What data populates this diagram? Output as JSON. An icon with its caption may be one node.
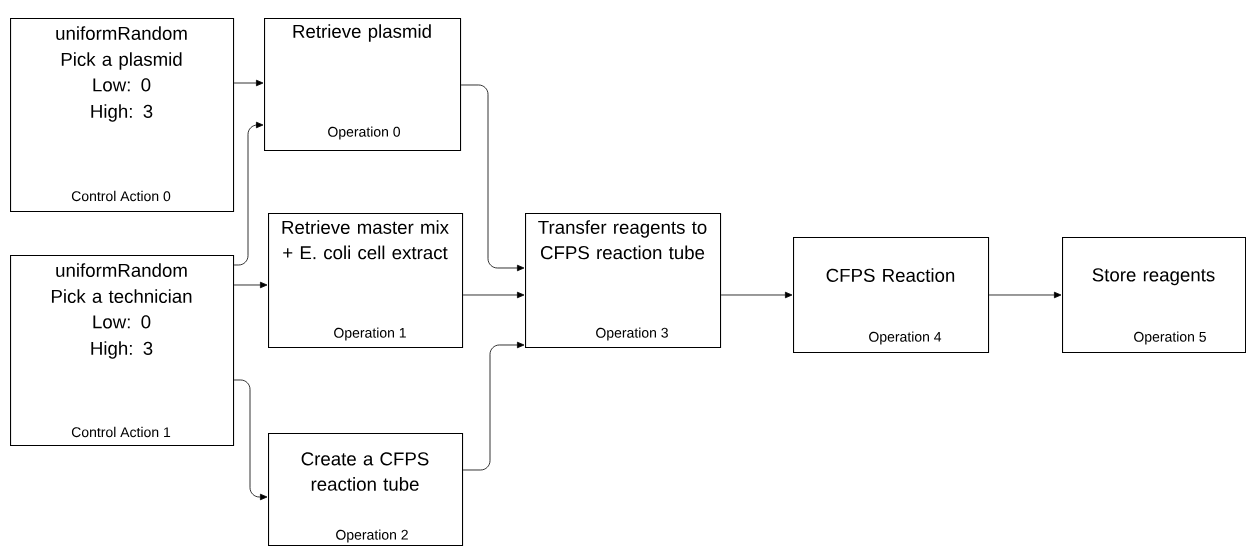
{
  "diagram": {
    "nodes": [
      {
        "text": [
          "uniformRandom",
          "Pick a plasmid",
          "Low: 0",
          "High: 3",
          "Control Action 0"
        ]
      },
      {
        "text": [
          "uniformRandom",
          "Pick a technician",
          "Low: 0",
          "High: 3",
          "Control Action 1"
        ]
      },
      {
        "text": [
          "Retrieve plasmid",
          "Operation 0"
        ]
      },
      {
        "text": [
          "Retrieve master mix + E. coli cell extract",
          "Operation 1"
        ]
      },
      {
        "text": [
          "Create a CFPS reaction tube",
          "Operation 2"
        ]
      },
      {
        "text": [
          "Transfer reagents to CFPS reaction tube",
          "Operation 3"
        ]
      },
      {
        "text": [
          "CFPS Reaction",
          "Operation 4"
        ]
      },
      {
        "text": [
          "Store reagents",
          "Operation 5"
        ]
      }
    ],
    "edges": [
      {
        "from": 0,
        "to": 2,
        "arrow": "to"
      },
      {
        "from": 1,
        "to": 2,
        "arrow": "to"
      },
      {
        "from": 1,
        "to": 3,
        "arrow": "to"
      },
      {
        "from": 1,
        "to": 4,
        "arrow": "to"
      },
      {
        "from": 2,
        "to": 5,
        "arrow": "to"
      },
      {
        "from": 3,
        "to": 5,
        "arrow": "to"
      },
      {
        "from": 4,
        "to": 5,
        "arrow": "to"
      },
      {
        "from": 5,
        "to": 6,
        "arrow": "to"
      },
      {
        "from": 6,
        "to": 7,
        "arrow": "to"
      }
    ]
  }
}
